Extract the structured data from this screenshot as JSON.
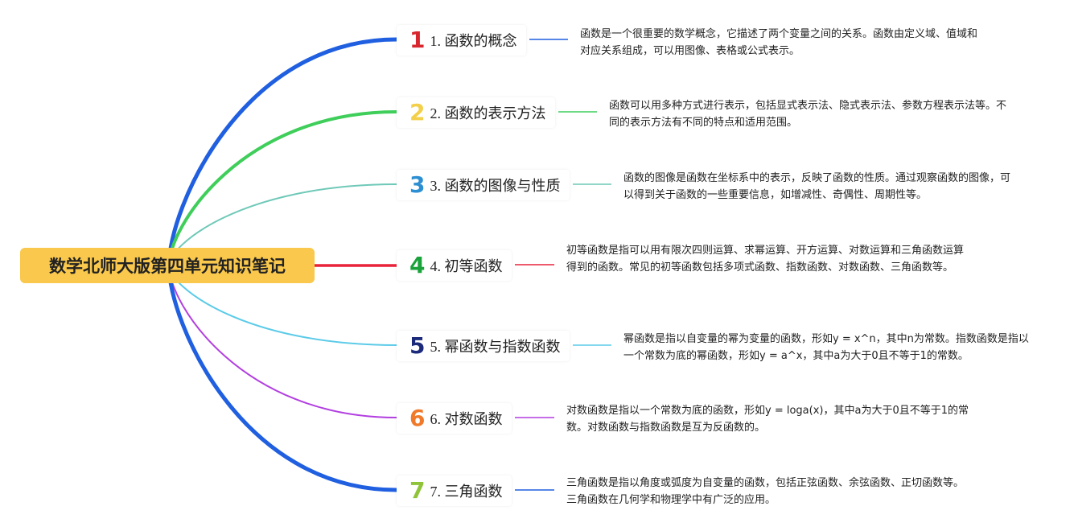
{
  "root": {
    "title": "数学北师大版第四单元知识笔记"
  },
  "branches": [
    {
      "num": "1",
      "label": "1. 函数的概念",
      "color": "#1f5fe0",
      "num_color": "#d8262e",
      "desc": "函数是一个很重要的数学概念，它描述了两个变量之间的关系。函数由定义域、值域和对应关系组成，可以用图像、表格或公式表示。"
    },
    {
      "num": "2",
      "label": "2. 函数的表示方法",
      "color": "#3fce5a",
      "num_color": "#f3cf4a",
      "desc": "函数可以用多种方式进行表示，包括显式表示法、隐式表示法、参数方程表示法等。不同的表示方法有不同的特点和适用范围。"
    },
    {
      "num": "3",
      "label": "3. 函数的图像与性质",
      "color": "#6fc9b8",
      "num_color": "#2c8fd2",
      "desc": "函数的图像是函数在坐标系中的表示，反映了函数的性质。通过观察函数的图像，可以得到关于函数的一些重要信息，如增减性、奇偶性、周期性等。"
    },
    {
      "num": "4",
      "label": "4. 初等函数",
      "color": "#e8233a",
      "num_color": "#1aa33b",
      "desc": "初等函数是指可以用有限次四则运算、求幂运算、开方运算、对数运算和三角函数运算得到的函数。常见的初等函数包括多项式函数、指数函数、对数函数、三角函数等。"
    },
    {
      "num": "5",
      "label": "5. 幂函数与指数函数",
      "color": "#5ccbe8",
      "num_color": "#1b2a7a",
      "desc": "幂函数是指以自变量的幂为变量的函数，形如y = x^n，其中n为常数。指数函数是指以一个常数为底的幂函数，形如y = a^x，其中a为大于0且不等于1的常数。"
    },
    {
      "num": "6",
      "label": "6. 对数函数",
      "color": "#b23fe0",
      "num_color": "#f07a2a",
      "desc": "对数函数是指以一个常数为底的函数，形如y = loga(x)，其中a为大于0且不等于1的常数。对数函数与指数函数是互为反函数的。"
    },
    {
      "num": "7",
      "label": "7. 三角函数",
      "color": "#1f5fe0",
      "num_color": "#8fc43a",
      "desc": "三角函数是指以角度或弧度为自变量的函数，包括正弦函数、余弦函数、正切函数等。三角函数在几何学和物理学中有广泛的应用。"
    }
  ]
}
